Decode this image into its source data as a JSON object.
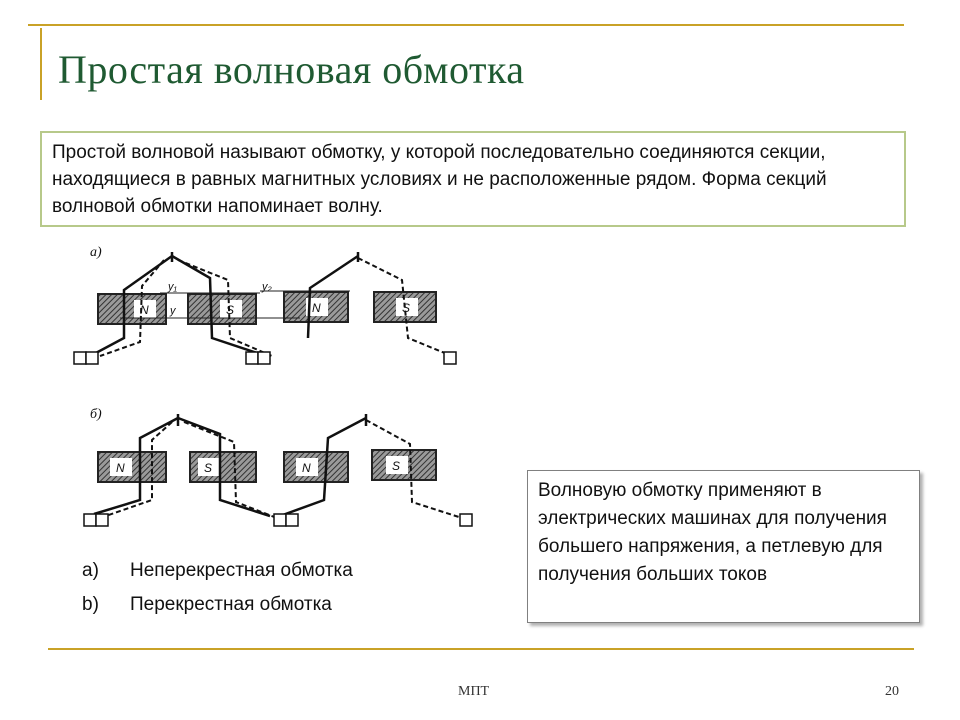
{
  "slide": {
    "title": "Простая волновая обмотка",
    "intro": "Простой волновой называют обмотку, у которой последовательно соединяются секции, находящиеся в равных магнитных условиях и не расположенные рядом. Форма секций волновой обмотки напоминает волну.",
    "note": "Волновую обмотку применяют в электрических машинах для получения большего напряжения, а петлевую для получения больших токов",
    "list": [
      {
        "marker": "a)",
        "text": "Неперекрестная обмотка"
      },
      {
        "marker": "b)",
        "text": "Перекрестная обмотка"
      }
    ],
    "footer_center": "МПТ",
    "page_number": "20"
  },
  "diagram": {
    "label_a": "а)",
    "label_b": "б)",
    "poles": [
      "N",
      "S",
      "N",
      "S"
    ],
    "y1": "y₁",
    "y2": "y₂",
    "y": "y"
  },
  "colors": {
    "accent_line": "#c9a227",
    "title": "#1f5a32",
    "intro_border": "#b7c98a"
  }
}
